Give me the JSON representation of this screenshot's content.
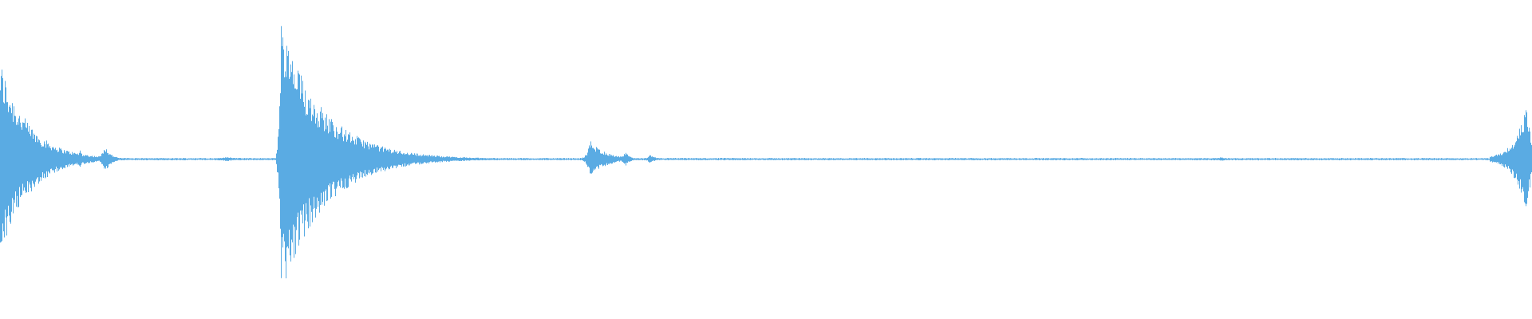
{
  "waveform": {
    "color": "#5aabe3",
    "background": "#ffffff",
    "baseline_amplitude": 0.012,
    "events": [
      {
        "t": 0.0,
        "peak": 0.95,
        "attack": 0.002,
        "decay": 0.018
      },
      {
        "t": 0.036,
        "peak": 0.06,
        "attack": 0.004,
        "decay": 0.006
      },
      {
        "t": 0.052,
        "peak": 0.1,
        "attack": 0.002,
        "decay": 0.002
      },
      {
        "t": 0.068,
        "peak": 0.14,
        "attack": 0.002,
        "decay": 0.004
      },
      {
        "t": 0.148,
        "peak": 0.02,
        "attack": 0.01,
        "decay": 0.01
      },
      {
        "t": 0.183,
        "peak": 1.3,
        "attack": 0.001,
        "decay": 0.028
      },
      {
        "t": 0.266,
        "peak": 0.02,
        "attack": 0.004,
        "decay": 0.006
      },
      {
        "t": 0.385,
        "peak": 0.18,
        "attack": 0.002,
        "decay": 0.01
      },
      {
        "t": 0.408,
        "peak": 0.07,
        "attack": 0.002,
        "decay": 0.003
      },
      {
        "t": 0.424,
        "peak": 0.04,
        "attack": 0.002,
        "decay": 0.004
      },
      {
        "t": 0.797,
        "peak": 0.02,
        "attack": 0.004,
        "decay": 0.004
      },
      {
        "t": 0.996,
        "peak": 0.5,
        "attack": 0.008,
        "decay": 0.004
      }
    ]
  }
}
